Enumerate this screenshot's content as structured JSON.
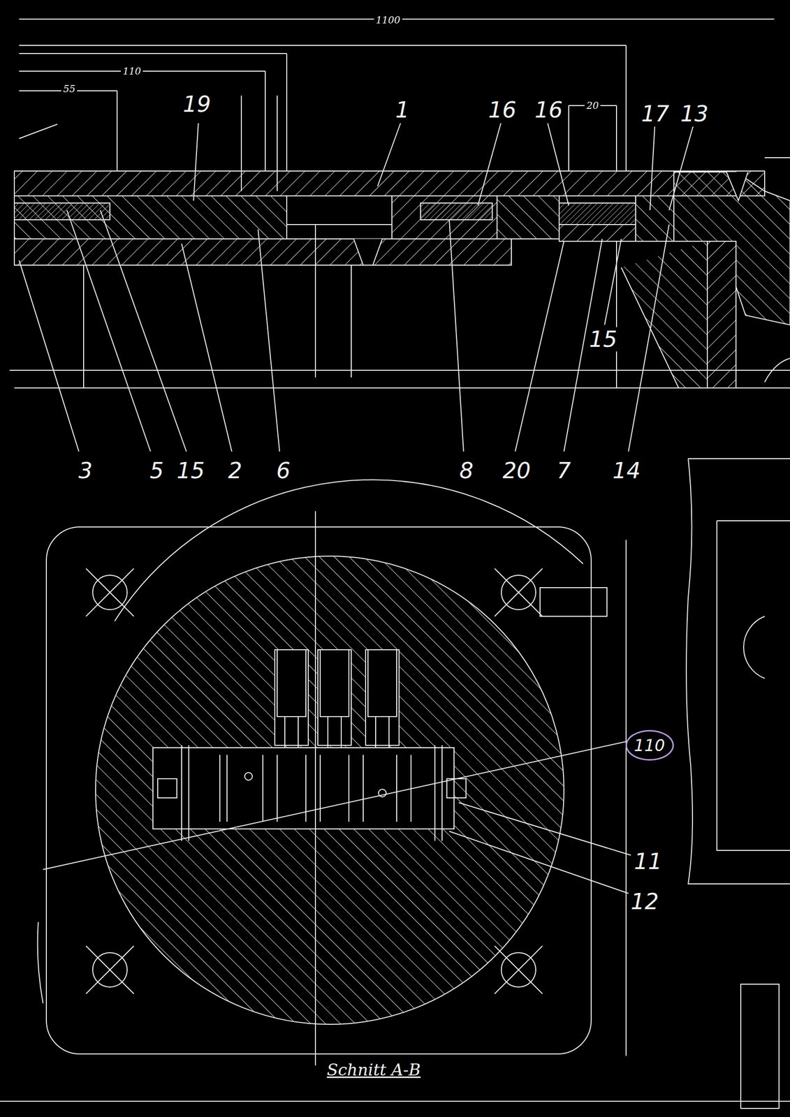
{
  "diagram": {
    "caption": "Schnitt A-B",
    "nodes": [
      {
        "text": [
          "110"
        ]
      }
    ],
    "labels": [
      "1100",
      "110",
      "55",
      "20",
      "19",
      "1",
      "16",
      "16",
      "17",
      "13",
      "3",
      "5",
      "15",
      "2",
      "6",
      "8",
      "20",
      "7",
      "14",
      "15",
      "11",
      "12"
    ]
  }
}
